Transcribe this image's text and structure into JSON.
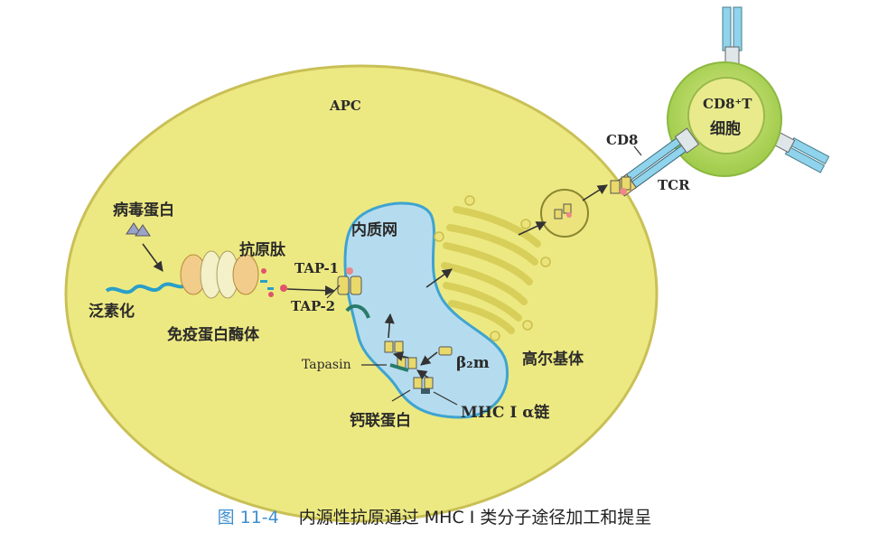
{
  "labels": {
    "apc": "APC",
    "viral_protein": "病毒蛋白",
    "ubiquitination": "泛素化",
    "proteasome": "免疫蛋白酶体",
    "antigen_peptide": "抗原肽",
    "tap1": "TAP-1",
    "tap2": "TAP-2",
    "er": "内质网",
    "tapasin": "Tapasin",
    "calnexin": "钙联蛋白",
    "b2m": "β₂m",
    "mhc_alpha": "MHC Ⅰ α链",
    "golgi": "高尔基体",
    "cd8": "CD8",
    "tcr": "TCR",
    "tcell_line1": "CD8⁺T",
    "tcell_line2": "细胞"
  },
  "caption": {
    "figure_number": "图 11-4",
    "title": "内源性抗原通过 MHC Ⅰ 类分子途径加工和提呈"
  },
  "colors": {
    "cell_fill": "#ede982",
    "er_fill": "#b5dcee",
    "er_stroke": "#3fa4d0",
    "golgi": "#ece37c",
    "tcell_outer": "#b6d862",
    "tcell_inner": "#e8ea8c",
    "caption_number": "#3f8fd0"
  }
}
